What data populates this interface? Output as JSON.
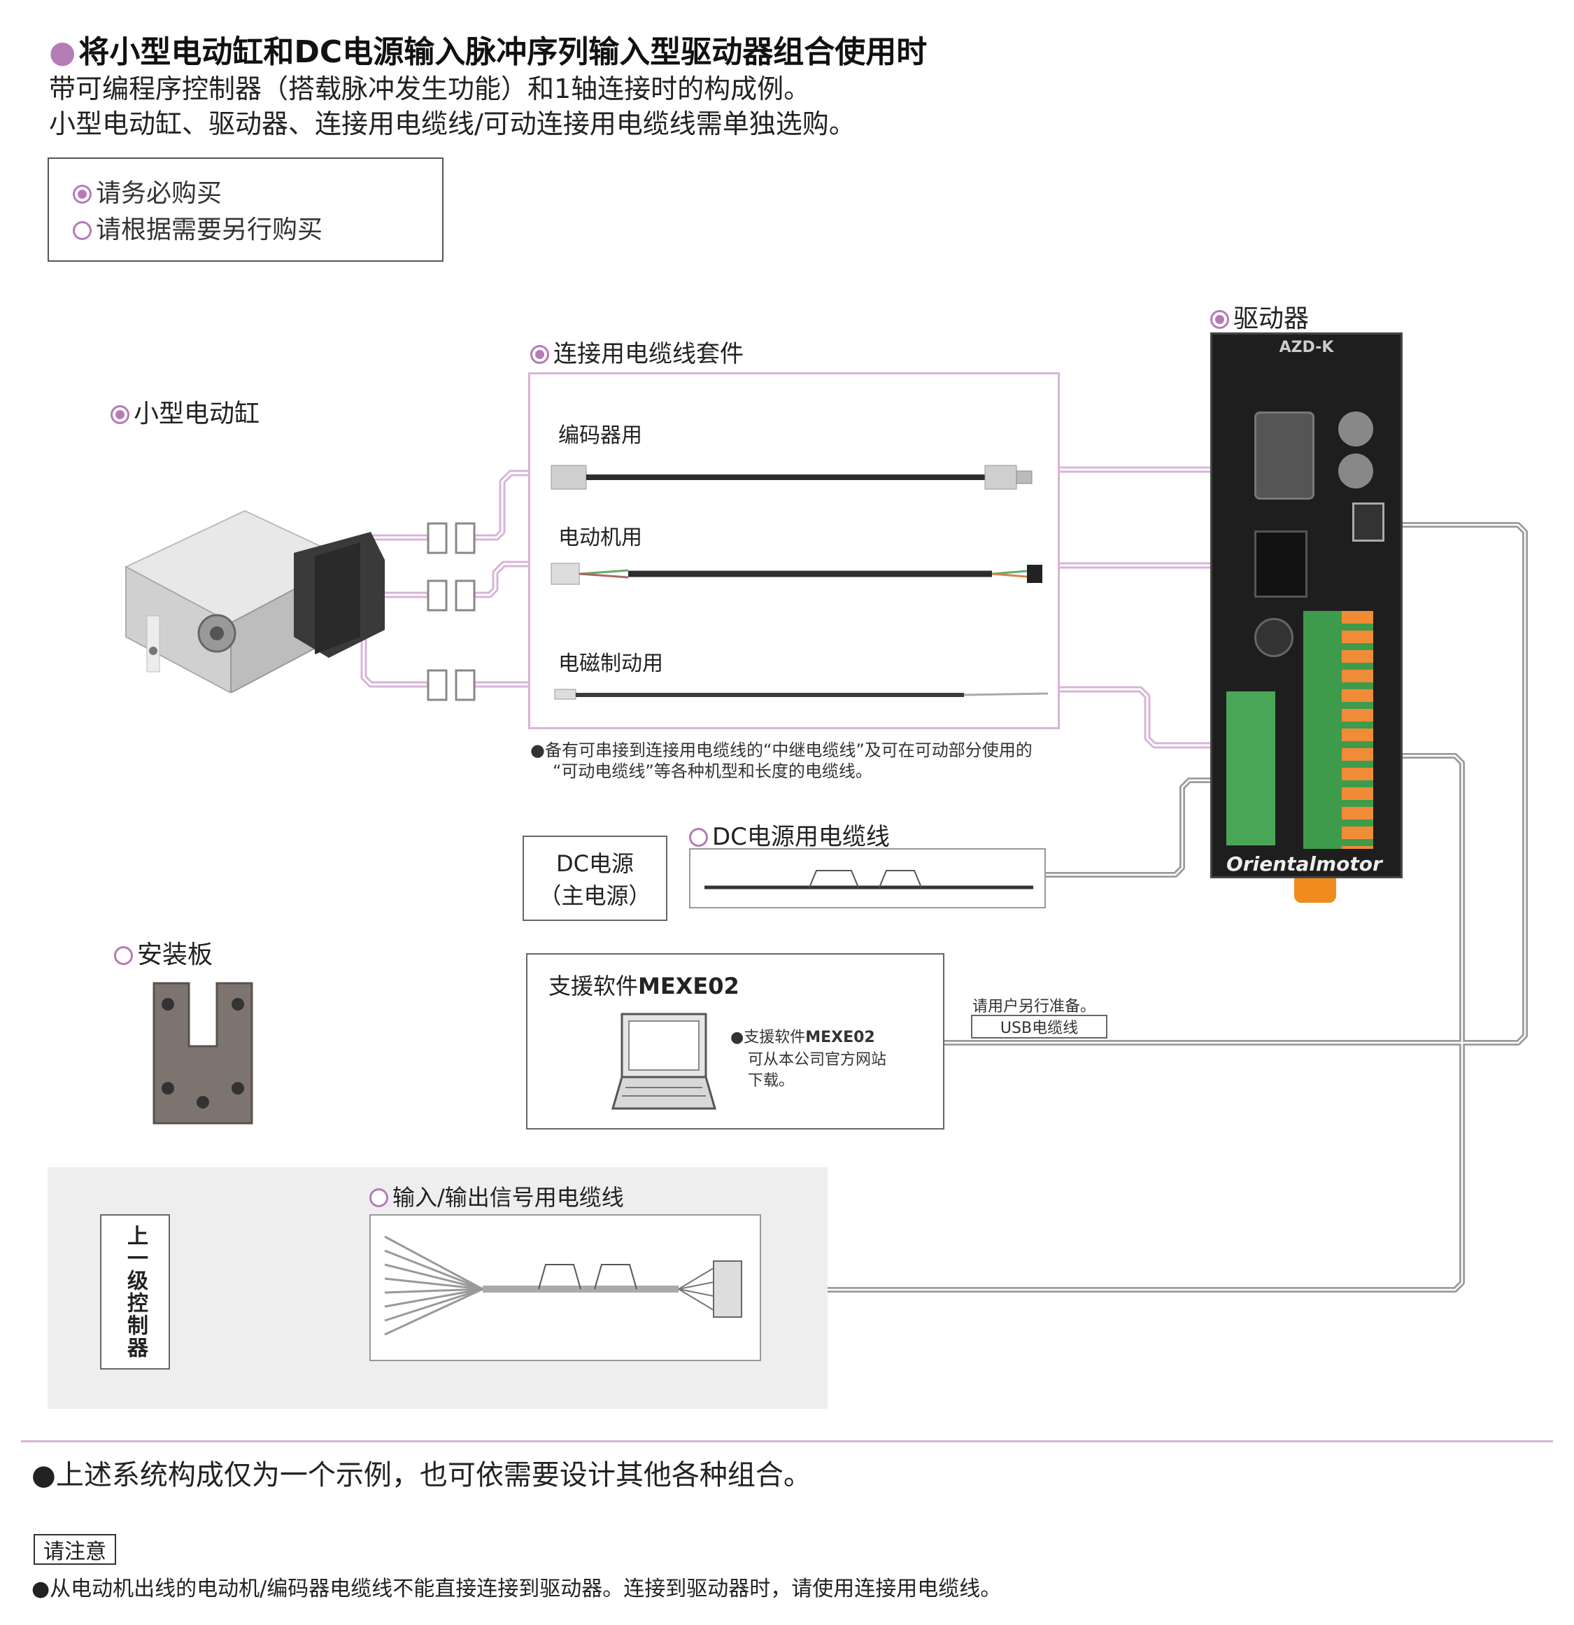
{
  "header": {
    "title": "将小型电动缸和DC电源输入脉冲序列输入型驱动器组合使用时",
    "line1": "带可编程序控制器（搭载脉冲发生功能）和1轴连接时的构成例。",
    "line2": "小型电动缸、驱动器、连接用电缆线/可动连接用电缆线需单独选购。"
  },
  "legend": {
    "required": "请务必购买",
    "optional": "请根据需要另行购买"
  },
  "components": {
    "actuator": "小型电动缸",
    "cable_kit": "连接用电缆线套件",
    "encoder": "编码器用",
    "motor": "电动机用",
    "brake": "电磁制动用",
    "kit_note_1": "●备有可串接到连接用电缆线的“中继电缆线”及可在可动部分使用的",
    "kit_note_2": "“可动电缆线”等各种机型和长度的电缆线。",
    "driver": "驱动器",
    "driver_model": "AZD-K",
    "driver_brand": "Orientalmotor",
    "dc_cable": "DC电源用电缆线",
    "dc_power_1": "DC电源",
    "dc_power_2": "（主电源）",
    "mount_plate": "安装板",
    "software_label": "支援软件",
    "software_name": "MEXE02",
    "software_note_label": "●支援软件",
    "software_note_name": "MEXE02",
    "software_note_2": "可从本公司官方网站",
    "software_note_3": "下载。",
    "usb_note": "请用户另行准备。",
    "usb_cable": "USB电缆线",
    "io_cable": "输入/输出信号用电缆线",
    "host_controller": "上一级控制器"
  },
  "footer": {
    "note": "●上述系统构成仅为一个示例，也可依需要设计其他各种组合。",
    "caution_label": "请注意",
    "caution_text": "●从电动机出线的电动机/编码器电缆线不能直接连接到驱动器。连接到驱动器时，请使用连接用电缆线。"
  },
  "colors": {
    "accent": "#b57bb5",
    "pink_line": "#d8b4d8",
    "gray_line": "#9a9a9a",
    "host_panel": "#eeeeee"
  }
}
